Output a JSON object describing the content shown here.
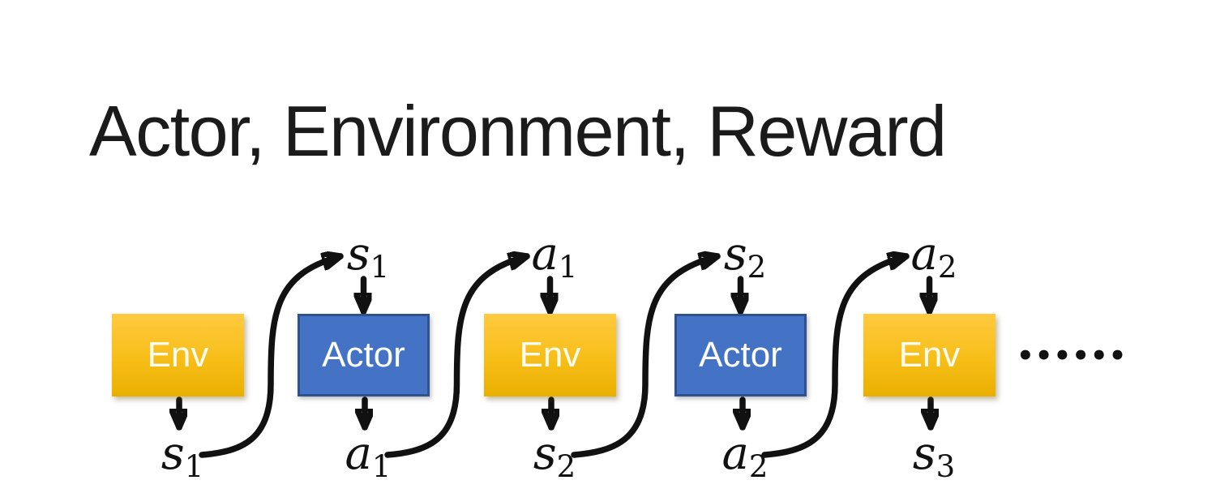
{
  "slide": {
    "title": "Actor, Environment, Reward",
    "ellipsis": "••••••"
  },
  "boxes": [
    {
      "label": "Env",
      "type": "env"
    },
    {
      "label": "Actor",
      "type": "actor"
    },
    {
      "label": "Env",
      "type": "env"
    },
    {
      "label": "Actor",
      "type": "actor"
    },
    {
      "label": "Env",
      "type": "env"
    }
  ],
  "top_labels": [
    {
      "base": "s",
      "sub": "1"
    },
    {
      "base": "a",
      "sub": "1"
    },
    {
      "base": "s",
      "sub": "2"
    },
    {
      "base": "a",
      "sub": "2"
    }
  ],
  "bottom_labels": [
    {
      "base": "s",
      "sub": "1"
    },
    {
      "base": "a",
      "sub": "1"
    },
    {
      "base": "s",
      "sub": "2"
    },
    {
      "base": "a",
      "sub": "2"
    },
    {
      "base": "s",
      "sub": "3"
    }
  ],
  "colors": {
    "env_fill_top": "#FFCA3F",
    "env_fill_bottom": "#E9AF00",
    "actor_fill": "#4472C4",
    "actor_border": "#2F528F",
    "arrow": "#111111",
    "title_text": "#1B1B1B",
    "box_text": "#FFFFFF"
  }
}
